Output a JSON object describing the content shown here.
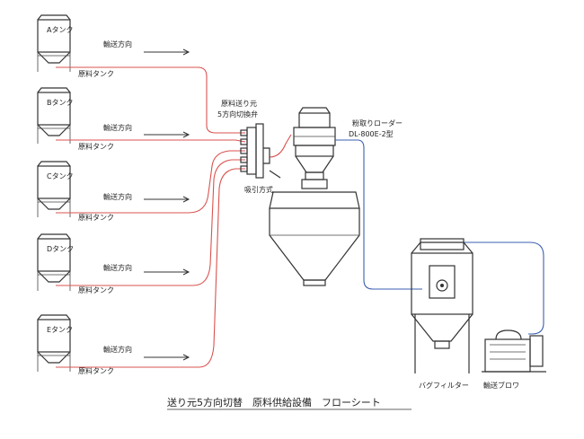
{
  "title": "送り元5方向切替　原料供給設備　フローシート",
  "tanks": [
    {
      "name": "Aタンク",
      "caption": "原料タンク",
      "flow": "輸送方向"
    },
    {
      "name": "Bタンク",
      "caption": "原料タンク",
      "flow": "輸送方向"
    },
    {
      "name": "Cタンク",
      "caption": "原料タンク",
      "flow": "輸送方向"
    },
    {
      "name": "Dタンク",
      "caption": "原料タンク",
      "flow": "輸送方向"
    },
    {
      "name": "Eタンク",
      "caption": "原料タンク",
      "flow": "輸送方向"
    }
  ],
  "valve": {
    "line1": "原料送り元",
    "line2": "5方向切換弁"
  },
  "suction": "吸引方式",
  "loader": {
    "line1": "粉取りローダー",
    "line2": "DL-800E-2型"
  },
  "bag_filter": "バグフィルター",
  "blower": "輸送ブロワ",
  "colors": {
    "material_line": "#d9534f",
    "air_line": "#3b5fb0",
    "equipment": "#333333"
  }
}
